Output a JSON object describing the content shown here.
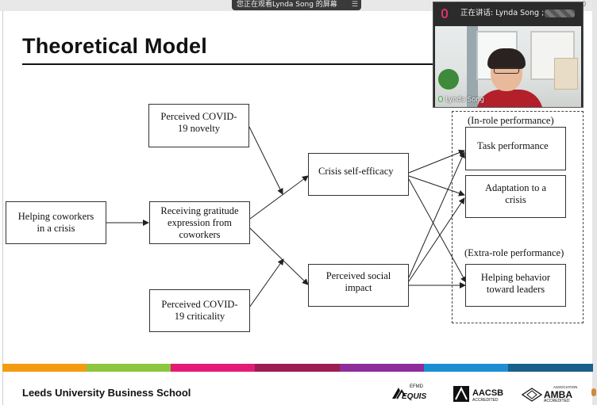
{
  "share_banner": {
    "text": "您正在观看Lynda Song 的屏幕",
    "menu_glyph": "☰"
  },
  "corner_digit": "0",
  "video": {
    "speaking": "正在讲话: Lynda Song ;",
    "participant": "Lynda Song"
  },
  "slide": {
    "title": "Theoretical Model",
    "boxes": {
      "helping": [
        "Helping coworkers",
        "in a crisis"
      ],
      "novelty": [
        "Perceived COVID-",
        "19 novelty"
      ],
      "gratitude": [
        "Receiving gratitude",
        "expression from",
        "coworkers"
      ],
      "criticality": [
        "Perceived COVID-",
        "19 criticality"
      ],
      "self_efficacy": [
        "Crisis self-efficacy"
      ],
      "social_impact": [
        "Perceived social",
        "impact"
      ],
      "task": [
        "Task performance"
      ],
      "adaptation": [
        "Adaptation to a",
        "crisis"
      ],
      "helping_leaders": [
        "Helping behavior",
        "toward leaders"
      ]
    },
    "in_role_label": "(In-role performance)",
    "extra_role_label": "(Extra-role performance)"
  },
  "footer": {
    "school": "Leeds University Business School",
    "equis_small": "EFMD",
    "equis": "EQUIS",
    "aacsb": "AACSB",
    "aacsb_sub": "ACCREDITED",
    "amba_small": "ASSOCIATION",
    "amba": "AMBA",
    "amba_sub": "ACCREDITED"
  },
  "stripe_colors": [
    "#f39c12",
    "#8dc63f",
    "#e31b76",
    "#9b1d52",
    "#8e2c9c",
    "#1b8fd2",
    "#1b5f8c"
  ],
  "colors": {
    "banner_bg": "#3a3a3a",
    "video_bg": "#2b2b2b",
    "speaker_shirt": "#b3202a"
  }
}
